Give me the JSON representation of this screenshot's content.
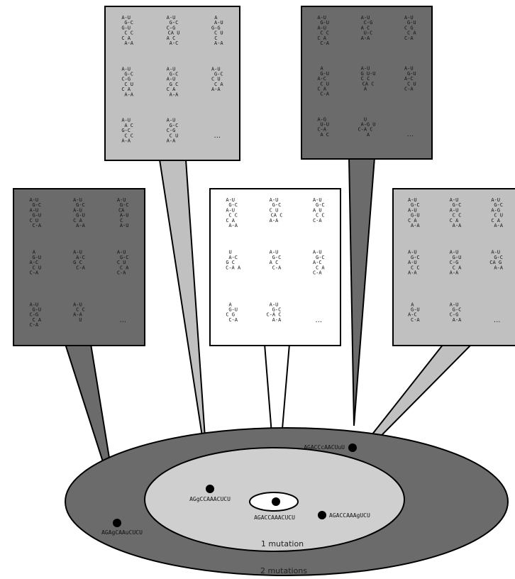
{
  "colors": {
    "outer_ring": "#6b6b6b",
    "inner_ring": "#cfcfcf",
    "center": "#ffffff",
    "panel_dark": "#6b6b6b",
    "panel_light": "#c0c0c0",
    "panel_white": "#ffffff"
  },
  "rings": {
    "outer_label": "2 mutations",
    "inner_label": "1 mutation"
  },
  "sequences": {
    "wild_type": "AGACCAAACUCU",
    "inner_left": "AGgCCAAACUCU",
    "inner_right": "AGACCAAAgUCU",
    "outer_left": "AGAgCAAuCUCU",
    "outer_top_right": "AGACCcAACUuU"
  },
  "panels": [
    {
      "id": "top-left",
      "shade": "light",
      "structures": [
        [
          "A-U",
          "G-C",
          "G-U",
          "C  C",
          "C  A",
          "A-A"
        ],
        [
          "A-U",
          "G-C",
          "C-G",
          "CA U",
          "A  C",
          "A-C"
        ],
        [
          "A",
          "A-U",
          "G-G",
          "C  U",
          "C",
          "A-A"
        ],
        [
          "A-U",
          "G-C",
          "C-G",
          "C  U",
          "C  A",
          "A-A"
        ],
        [
          "A-U",
          "G-C",
          "A-U",
          "G  C",
          "C  A",
          "A-A"
        ],
        [
          "A-U",
          "G-C",
          "C  U",
          "C  A",
          "A-A",
          ""
        ],
        [
          "A-U",
          "A C",
          "G-C",
          "C  C",
          "A-A",
          ""
        ],
        [
          "A-U",
          "G-C",
          "C-G",
          "C  U",
          "A-A",
          ""
        ]
      ],
      "more": "..."
    },
    {
      "id": "top-right",
      "shade": "dark",
      "structures": [
        [
          "A-U",
          "G-U",
          "A-U",
          "C  C",
          "C  A",
          "C-A"
        ],
        [
          "A-U",
          "C-G",
          "A  C",
          "U-C",
          "A-A",
          ""
        ],
        [
          "A-U",
          "G-U",
          "C  G",
          "C  A",
          "C-A",
          ""
        ],
        [
          "A",
          "G-U",
          "A-C",
          "C  U",
          "C  A",
          "C-A"
        ],
        [
          "A-U",
          "G U-U",
          "C  C",
          "CA  C",
          "A",
          ""
        ],
        [
          "A-U",
          "G-U",
          "A-C",
          "C  U",
          "C-A",
          ""
        ],
        [
          "A-G",
          "U-U",
          "C-A",
          "A  C",
          ""
        ],
        [
          "U",
          "A-G U",
          "C-A  C",
          "A",
          ""
        ]
      ],
      "more": "..."
    },
    {
      "id": "middle-left",
      "shade": "dark",
      "structures": [
        [
          "A-U",
          "G-C",
          "A-U",
          "G-U",
          "C  U",
          "C-A"
        ],
        [
          "A-U",
          "G-C",
          "A-U",
          "G-U",
          "C  A",
          "A-A"
        ],
        [
          "A-U",
          "G-C",
          "CA",
          "A-U",
          "C",
          "A-U"
        ],
        [
          "A",
          "G-U",
          "A-C",
          "C  U",
          "C-A",
          ""
        ],
        [
          "A-U",
          "A-C",
          "G  C",
          "C-A",
          ""
        ],
        [
          "A-U",
          "G-C",
          "C  U",
          "C  A",
          "C-A",
          ""
        ],
        [
          "A-U",
          "G-U",
          "C-G",
          "C  A",
          "C-A",
          ""
        ],
        [
          "A-U",
          "C  C",
          "A-A",
          "U",
          ""
        ]
      ],
      "more": "..."
    },
    {
      "id": "center",
      "shade": "white",
      "structures": [
        [
          "A-U",
          "G-C",
          "A-U",
          "C  C",
          "C  A",
          "A-A"
        ],
        [
          "A-U",
          "G-C",
          "C  U",
          "CA  C",
          "A-A",
          ""
        ],
        [
          "A-U",
          "G-C",
          "A  U",
          "C  C",
          "C-A",
          ""
        ],
        [
          "U",
          "A-C",
          "G  C",
          "C-A  A",
          ""
        ],
        [
          "A-U",
          "G-C",
          "A  C",
          "C-A",
          ""
        ],
        [
          "A-U",
          "G-C",
          "A-C",
          "C  A",
          "C-A",
          ""
        ],
        [
          "A",
          "G-U",
          "C  G",
          "C-A",
          ""
        ],
        [
          "A-U",
          "G-C",
          "C-A  C",
          "A-A",
          ""
        ]
      ],
      "more": "..."
    },
    {
      "id": "middle-right",
      "shade": "light",
      "structures": [
        [
          "A-U",
          "G-C",
          "A-U",
          "G-U",
          "C  A",
          "A-A"
        ],
        [
          "A-U",
          "G-C",
          "A-U",
          "C  C",
          "C  A",
          "A-A"
        ],
        [
          "A-U",
          "G-C",
          "A-G",
          "C  U",
          "C  A",
          "A-A"
        ],
        [
          "A-U",
          "G-C",
          "A-U",
          "C  C",
          "A-A",
          ""
        ],
        [
          "A-U",
          "G-U",
          "C-G",
          "C  A",
          "A-A",
          ""
        ],
        [
          "A-U",
          "G-C",
          "CA  G",
          "A-A",
          ""
        ],
        [
          "A",
          "G-U",
          "A-C",
          "C-A",
          ""
        ],
        [
          "A-U",
          "G-C",
          "C-G",
          "A-A",
          ""
        ]
      ],
      "more": "..."
    }
  ]
}
